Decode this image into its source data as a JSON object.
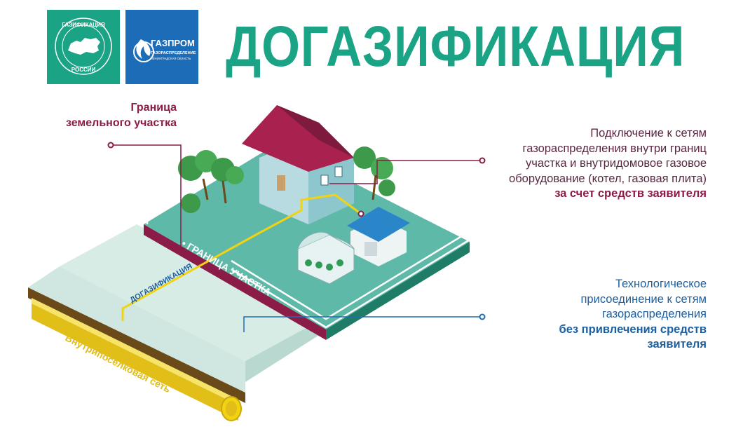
{
  "logos": {
    "left": {
      "ring_top": "ГАЗИФИКАЦИЯ",
      "ring_bottom": "РОССИИ",
      "bg_color": "#1aa385"
    },
    "right": {
      "brand": "ГАЗПРОМ",
      "sub1": "ГАЗОРАСПРЕДЕЛЕНИЕ",
      "sub2": "ЛЕНИНГРАДСКАЯ ОБЛАСТЬ",
      "bg_color": "#1d6cb8"
    }
  },
  "title": "ДОГАЗИФИКАЦИЯ",
  "labels": {
    "land_boundary": "Граница\nземельного участка",
    "inside_connection": {
      "lines": [
        "Подключение к сетям",
        "газораспределения внутри границ",
        "участка и внутридомовое газовое",
        "оборудование (котел, газовая плита)"
      ],
      "emphasis": "за счет средств заявителя"
    },
    "tech_connection": {
      "lines": [
        "Технологическое",
        "присоединение к сетям",
        "газораспределения"
      ],
      "emphasis": [
        "без привлечения средств",
        "заявителя"
      ]
    }
  },
  "diagram": {
    "border_label": "• ГРАНИЦА УЧАСТКА",
    "pipe_label": "ДОГАЗИФИКАЦИЯ",
    "network_label": "Внутрипоселковая сеть"
  },
  "colors": {
    "green": "#1aa385",
    "blue": "#1d6cb8",
    "maroon": "#8a1c47",
    "pipe_yellow": "#f2d312"
  }
}
